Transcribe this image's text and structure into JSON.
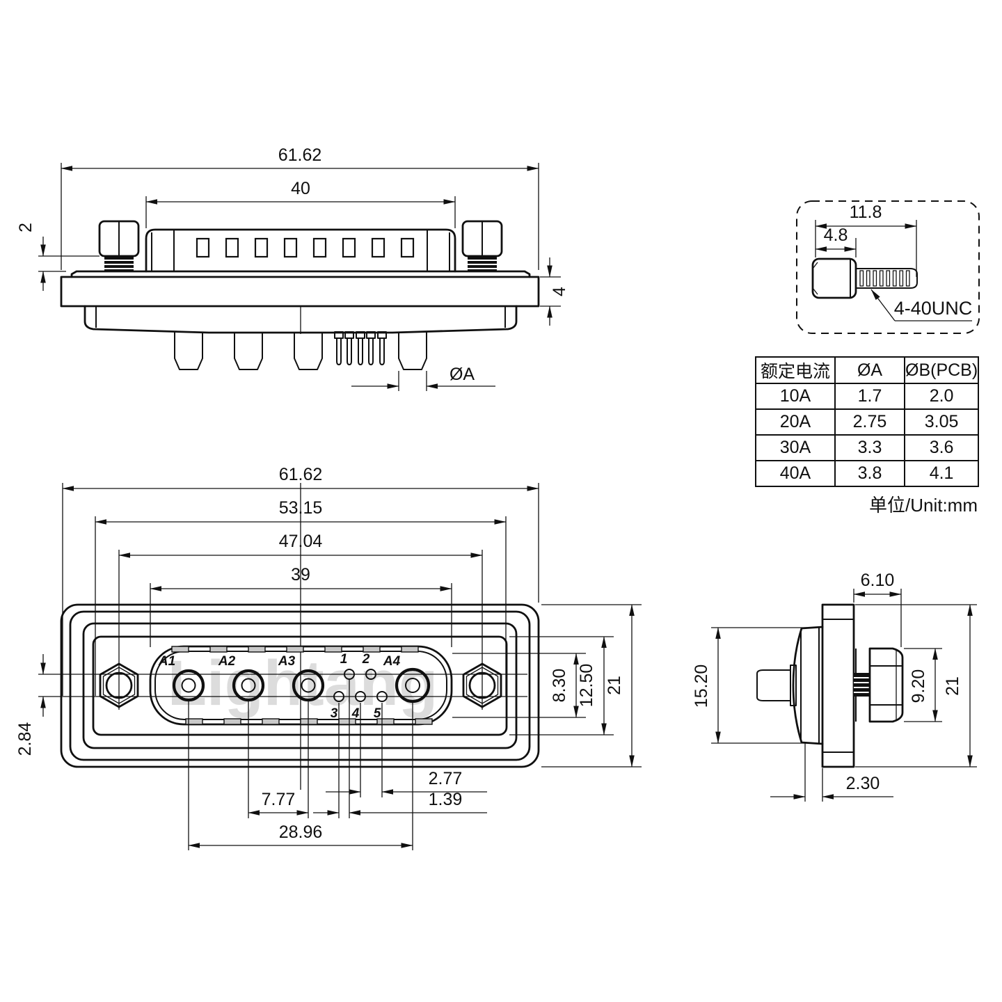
{
  "watermark": "Lightang",
  "top_view": {
    "dim_overall_width": "61.62",
    "dim_hood_width": "40",
    "dim_thread_exposed": "2",
    "dim_flange_thickness": "4",
    "dim_pin_diameter": "ØA"
  },
  "screw_detail": {
    "dim_total_length": "11.8",
    "dim_head_length": "4.8",
    "thread_spec": "4-40UNC"
  },
  "spec_table": {
    "headers": [
      "额定电流",
      "ØA",
      "ØB(PCB)"
    ],
    "rows": [
      {
        "current": "10A",
        "dia_a": "1.7",
        "dia_b": "2.0"
      },
      {
        "current": "20A",
        "dia_a": "2.75",
        "dia_b": "3.05"
      },
      {
        "current": "30A",
        "dia_a": "3.3",
        "dia_b": "3.6"
      },
      {
        "current": "40A",
        "dia_a": "3.8",
        "dia_b": "4.1"
      }
    ],
    "unit_note": "单位/Unit:mm"
  },
  "front_view": {
    "dim_overall_width": "61.62",
    "dim_outer_width": "53.15",
    "dim_screw_spacing": "47.04",
    "dim_insert_width": "39",
    "dim_row_offset_v": "2.84",
    "dim_insert_height": "8.30",
    "dim_shell_height": "12.50",
    "dim_overall_height": "21",
    "dim_pin_pitch": "2.77",
    "dim_row_offset_h": "1.39",
    "dim_power_pitch": "7.77",
    "dim_power_span": "28.96",
    "contact_labels": [
      "A1",
      "A2",
      "A3",
      "A4"
    ],
    "pin_labels": [
      "1",
      "2",
      "3",
      "4",
      "5"
    ]
  },
  "side_view": {
    "dim_screw_protrusion": "6.10",
    "dim_body_height": "15.20",
    "dim_nut_height": "9.20",
    "dim_overall_height": "21",
    "dim_standoff": "2.30"
  }
}
